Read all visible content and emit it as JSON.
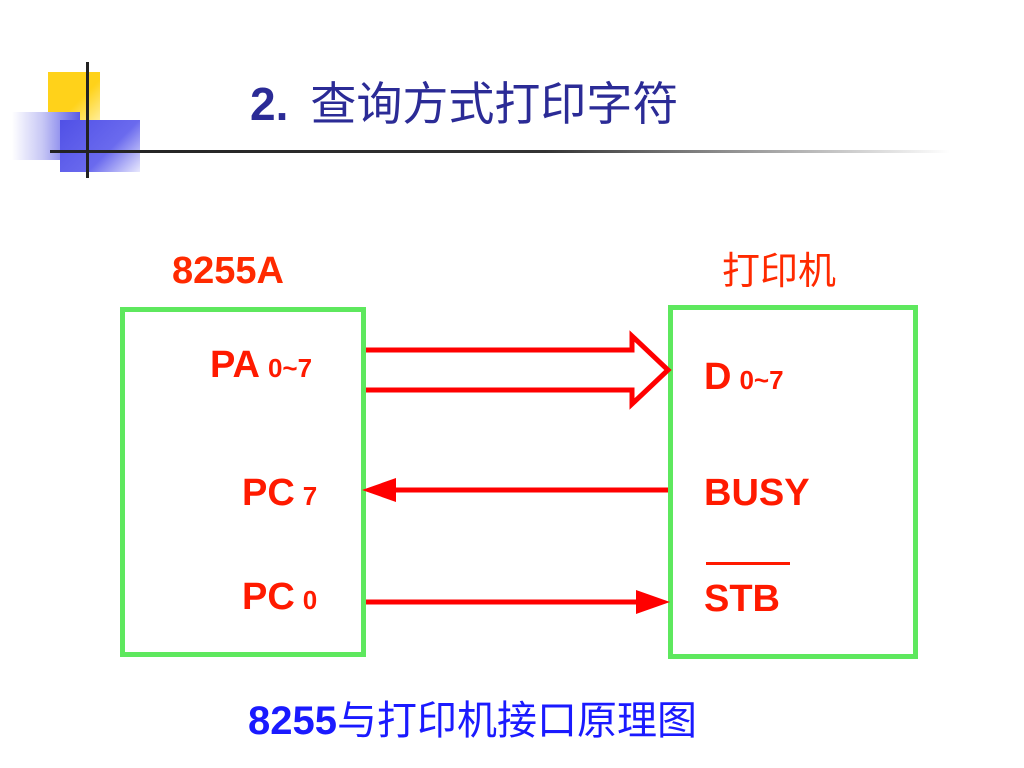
{
  "slide": {
    "title_number": "2.",
    "title_text": "查询方式打印字符",
    "left_box_label": "8255A",
    "right_box_label": "打印机",
    "left_signals": {
      "pa": {
        "name": "PA",
        "sub": "0~7"
      },
      "pc7": {
        "name": "PC",
        "sub": "7"
      },
      "pc0": {
        "name": "PC",
        "sub": "0"
      }
    },
    "right_signals": {
      "d": {
        "name": "D",
        "sub": "0~7"
      },
      "busy": "BUSY",
      "stb": "STB"
    },
    "caption_number": "8255",
    "caption_text": "与打印机接口原理图"
  },
  "colors": {
    "title": "#2b2b96",
    "labels": "#ff1a00",
    "box_border": "#5ee85e",
    "arrow": "#ff0000",
    "caption": "#1a1aff"
  }
}
